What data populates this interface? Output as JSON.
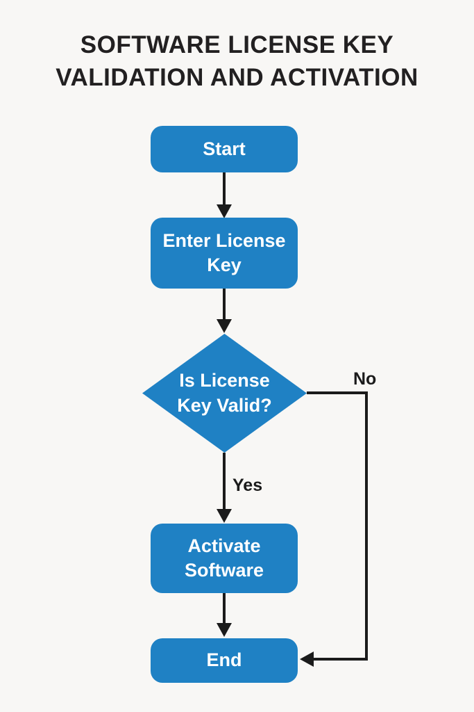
{
  "title": {
    "line1": "SOFTWARE LICENSE KEY",
    "line2": "VALIDATION AND ACTIVATION"
  },
  "flowchart": {
    "nodes": {
      "start": {
        "type": "terminator",
        "label": "Start"
      },
      "enter_license_key": {
        "type": "process",
        "line1": "Enter License",
        "line2": "Key"
      },
      "is_license_key_valid": {
        "type": "decision",
        "line1": "Is License",
        "line2": "Key Valid?"
      },
      "activate_software": {
        "type": "process",
        "line1": "Activate",
        "line2": "Software"
      },
      "end": {
        "type": "terminator",
        "label": "End"
      }
    },
    "edge_labels": {
      "yes": "Yes",
      "no": "No"
    },
    "edges": [
      {
        "from": "start",
        "to": "enter_license_key",
        "label": ""
      },
      {
        "from": "enter_license_key",
        "to": "is_license_key_valid",
        "label": ""
      },
      {
        "from": "is_license_key_valid",
        "to": "activate_software",
        "label": "Yes"
      },
      {
        "from": "is_license_key_valid",
        "to": "end",
        "label": "No"
      },
      {
        "from": "activate_software",
        "to": "end",
        "label": ""
      }
    ]
  },
  "colors": {
    "node_fill": "#1f81c4",
    "node_text": "#ffffff",
    "line": "#1b1b1b",
    "background": "#f8f7f5",
    "title_text": "#222021"
  }
}
